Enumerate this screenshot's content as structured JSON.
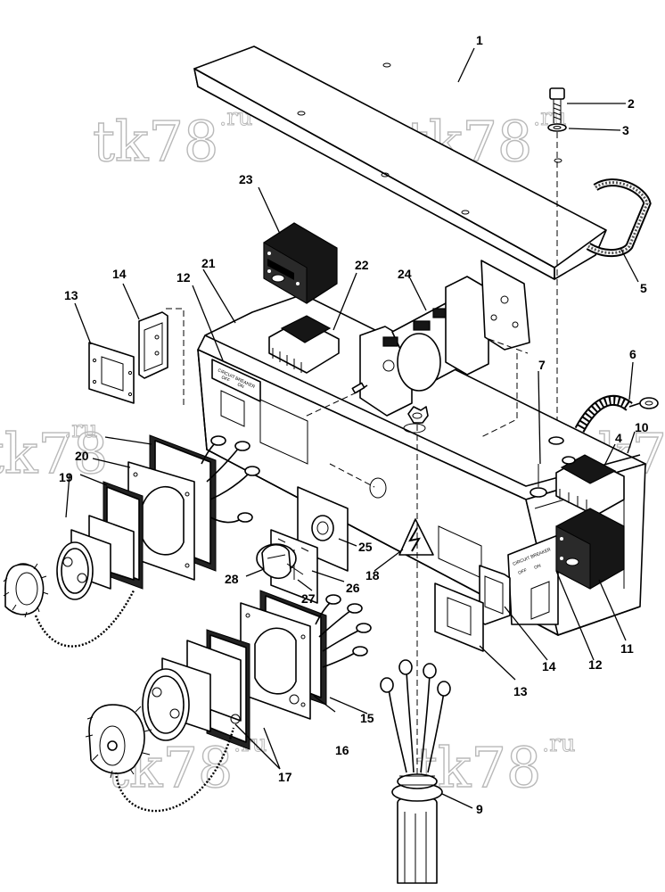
{
  "watermark": {
    "text": "tk78",
    "suffix": ".ru"
  },
  "panel_text": {
    "circuit_breaker": "CIRCUIT BREAKER",
    "off": "OFF",
    "on": "ON"
  },
  "callouts": [
    {
      "id": "c1",
      "text": "1"
    },
    {
      "id": "c2",
      "text": "2"
    },
    {
      "id": "c3",
      "text": "3"
    },
    {
      "id": "c4",
      "text": "4"
    },
    {
      "id": "c5",
      "text": "5"
    },
    {
      "id": "c6",
      "text": "6"
    },
    {
      "id": "c7",
      "text": "7"
    },
    {
      "id": "c9",
      "text": "9"
    },
    {
      "id": "c10",
      "text": "10"
    },
    {
      "id": "c11",
      "text": "11"
    },
    {
      "id": "c11b",
      "text": "11"
    },
    {
      "id": "c12a",
      "text": "12"
    },
    {
      "id": "c12b",
      "text": "12"
    },
    {
      "id": "c13a",
      "text": "13"
    },
    {
      "id": "c13b",
      "text": "13"
    },
    {
      "id": "c14a",
      "text": "14"
    },
    {
      "id": "c14b",
      "text": "14"
    },
    {
      "id": "c15",
      "text": "15"
    },
    {
      "id": "c16",
      "text": "16"
    },
    {
      "id": "c17",
      "text": "17"
    },
    {
      "id": "c18",
      "text": "18"
    },
    {
      "id": "c19",
      "text": "19"
    },
    {
      "id": "c20",
      "text": "20"
    },
    {
      "id": "c21",
      "text": "21"
    },
    {
      "id": "c22",
      "text": "22"
    },
    {
      "id": "c23",
      "text": "23"
    },
    {
      "id": "c24",
      "text": "24"
    },
    {
      "id": "c25",
      "text": "25"
    },
    {
      "id": "c26",
      "text": "26"
    },
    {
      "id": "c27",
      "text": "27"
    },
    {
      "id": "c28",
      "text": "28"
    }
  ]
}
